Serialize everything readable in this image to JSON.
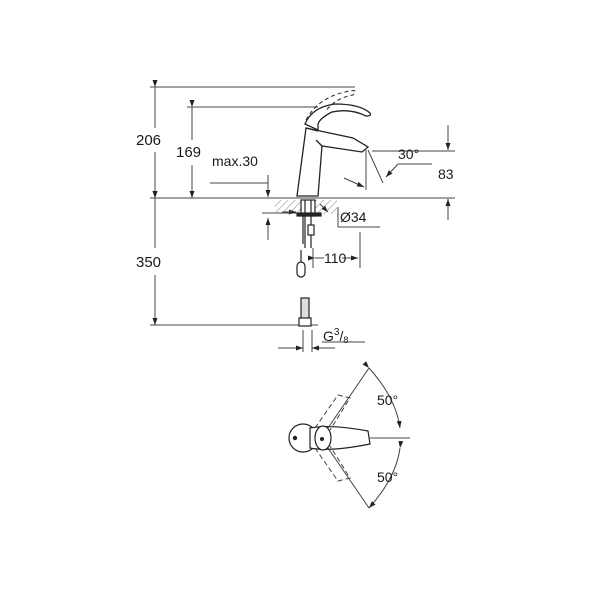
{
  "drawing": {
    "title": "Single-lever basin mixer dimension drawing",
    "line_color": "#333333",
    "background": "#ffffff"
  },
  "dimensions": {
    "overall_height": "206",
    "spout_height": "169",
    "max_deck_thickness": "max.30",
    "spout_angle": "30°",
    "outlet_height": "83",
    "hole_diameter": "Ø34",
    "spout_reach": "110",
    "hose_length": "350",
    "thread_g": "G",
    "thread_num": "3",
    "thread_slash": "/",
    "thread_den": "8"
  },
  "plan_view": {
    "lever_angle_up": "50°",
    "lever_angle_down": "50°"
  }
}
